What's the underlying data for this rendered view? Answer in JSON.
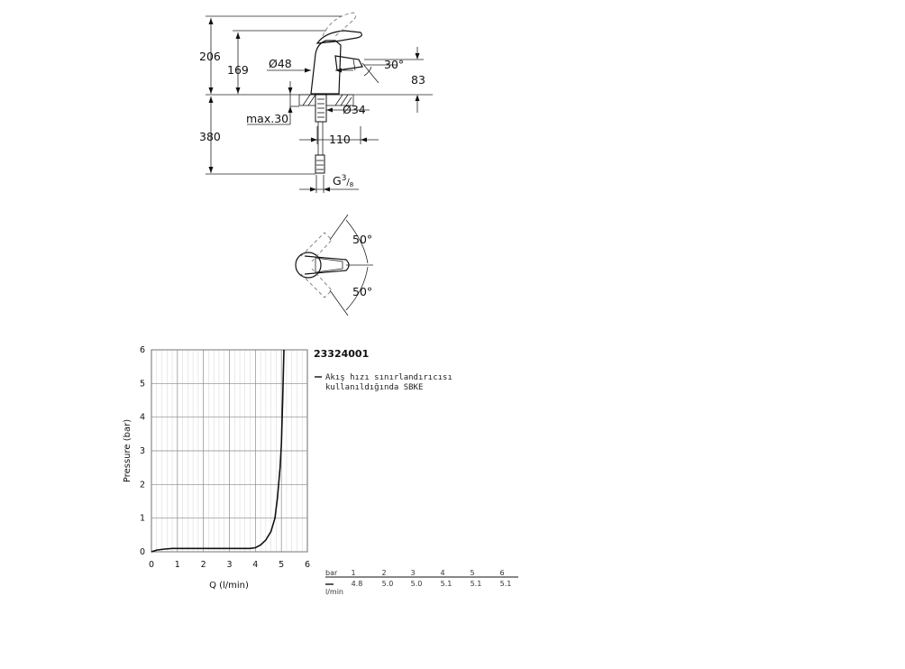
{
  "drawing": {
    "dims": {
      "d206": "206",
      "d169": "169",
      "d48": "Ø48",
      "d30deg": "30°",
      "d83": "83",
      "dmax30": "max.30",
      "d34": "Ø34",
      "d380": "380",
      "d110": "110",
      "dg38": "G",
      "dg38_num": "3",
      "dg38_den": "8"
    },
    "top_view": {
      "angle_up": "50°",
      "angle_down": "50°"
    }
  },
  "flow_chart_title": "23324001",
  "legend_line1": "Akış hızı sınırlandırıcısı",
  "legend_line2": "kullanıldığında SBKE",
  "flow_table": {
    "row1_label": "bar",
    "row2_label": "l/min",
    "pressures": [
      "1",
      "2",
      "3",
      "4",
      "5",
      "6"
    ],
    "flows": [
      "4.8",
      "5.0",
      "5.0",
      "5.1",
      "5.1",
      "5.1"
    ]
  },
  "chart_data": {
    "type": "line",
    "title": "",
    "xlabel": "Q (l/min)",
    "ylabel": "Pressure (bar)",
    "xlim": [
      0,
      6
    ],
    "ylim": [
      0,
      6
    ],
    "x_ticks": [
      "0",
      "1",
      "2",
      "3",
      "4",
      "5",
      "6"
    ],
    "y_ticks": [
      "0",
      "1",
      "2",
      "3",
      "4",
      "5",
      "6"
    ],
    "grid": true,
    "series": [
      {
        "x": [
          0,
          0.2,
          0.5,
          0.8,
          1.0,
          2.0,
          3.0,
          3.8,
          4.0,
          4.2,
          4.4,
          4.6,
          4.75,
          4.85,
          4.95,
          5.0,
          5.05,
          5.1
        ],
        "y": [
          0,
          0.05,
          0.08,
          0.1,
          0.1,
          0.1,
          0.1,
          0.1,
          0.12,
          0.2,
          0.35,
          0.6,
          1.0,
          1.6,
          2.5,
          3.2,
          4.5,
          6.0
        ]
      }
    ]
  }
}
